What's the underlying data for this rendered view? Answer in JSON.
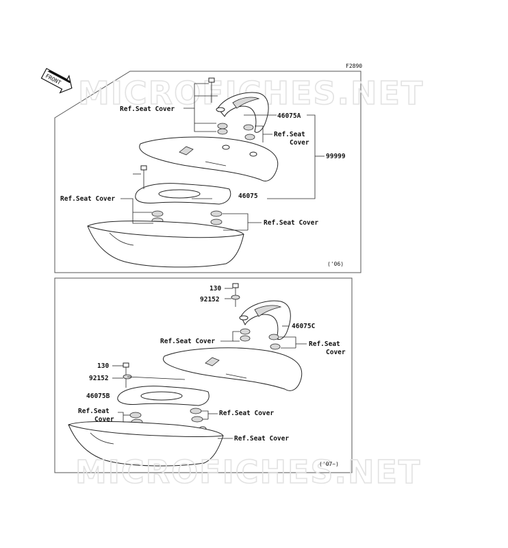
{
  "figure_code": "F2890",
  "front_tag": "FRONT",
  "watermark": "MICROFICHES.NET",
  "top_panel": {
    "year_note": "('06)",
    "labels": {
      "ref_seat_cover_1": "Ref.Seat Cover",
      "part_46075A": "46075A",
      "ref_seat_cover_2_line1": "Ref.Seat",
      "ref_seat_cover_2_line2": "Cover",
      "part_99999": "99999",
      "ref_seat_cover_3": "Ref.Seat Cover",
      "part_46075": "46075",
      "ref_seat_cover_4": "Ref.Seat Cover"
    }
  },
  "bottom_panel": {
    "year_note": "('07~)",
    "labels": {
      "part_130_a": "130",
      "part_92152_a": "92152",
      "part_46075C": "46075C",
      "ref_seat_cover_1": "Ref.Seat Cover",
      "ref_seat_cover_2_line1": "Ref.Seat",
      "ref_seat_cover_2_line2": "Cover",
      "part_130_b": "130",
      "part_92152_b": "92152",
      "part_46075B": "46075B",
      "ref_seat_cover_3_line1": "Ref.Seat",
      "ref_seat_cover_3_line2": "Cover",
      "ref_seat_cover_4": "Ref.Seat Cover",
      "ref_seat_cover_5": "Ref.Seat Cover"
    }
  }
}
